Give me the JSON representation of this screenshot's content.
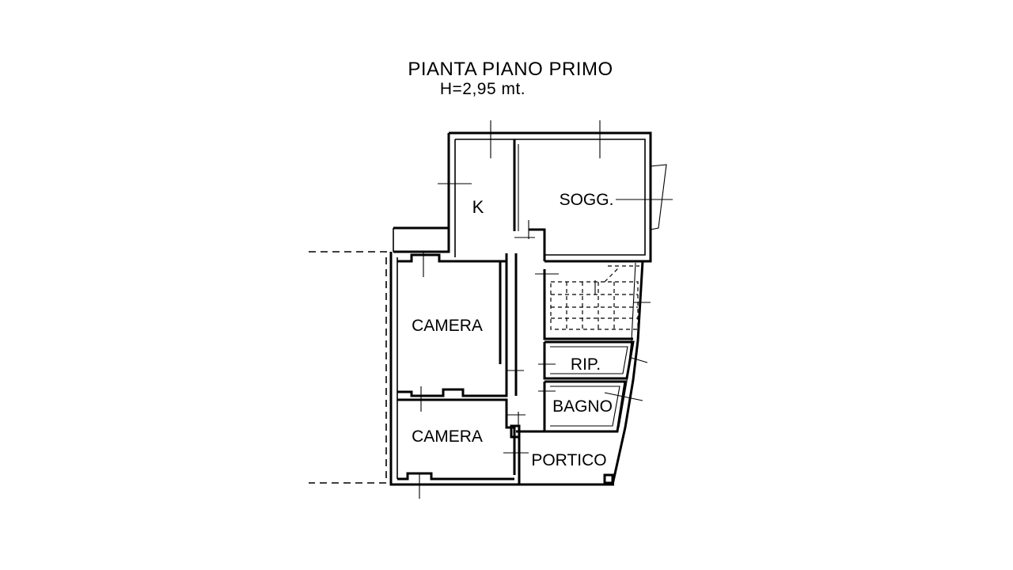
{
  "title": "PIANTA PIANO PRIMO",
  "subtitle": "H=2,95 mt.",
  "rooms": {
    "kitchen": "K",
    "living": "SOGG.",
    "bedroom_1": "CAMERA",
    "bedroom_2": "CAMERA",
    "storage": "RIP.",
    "bathroom": "BAGNO",
    "porch": "PORTICO"
  }
}
